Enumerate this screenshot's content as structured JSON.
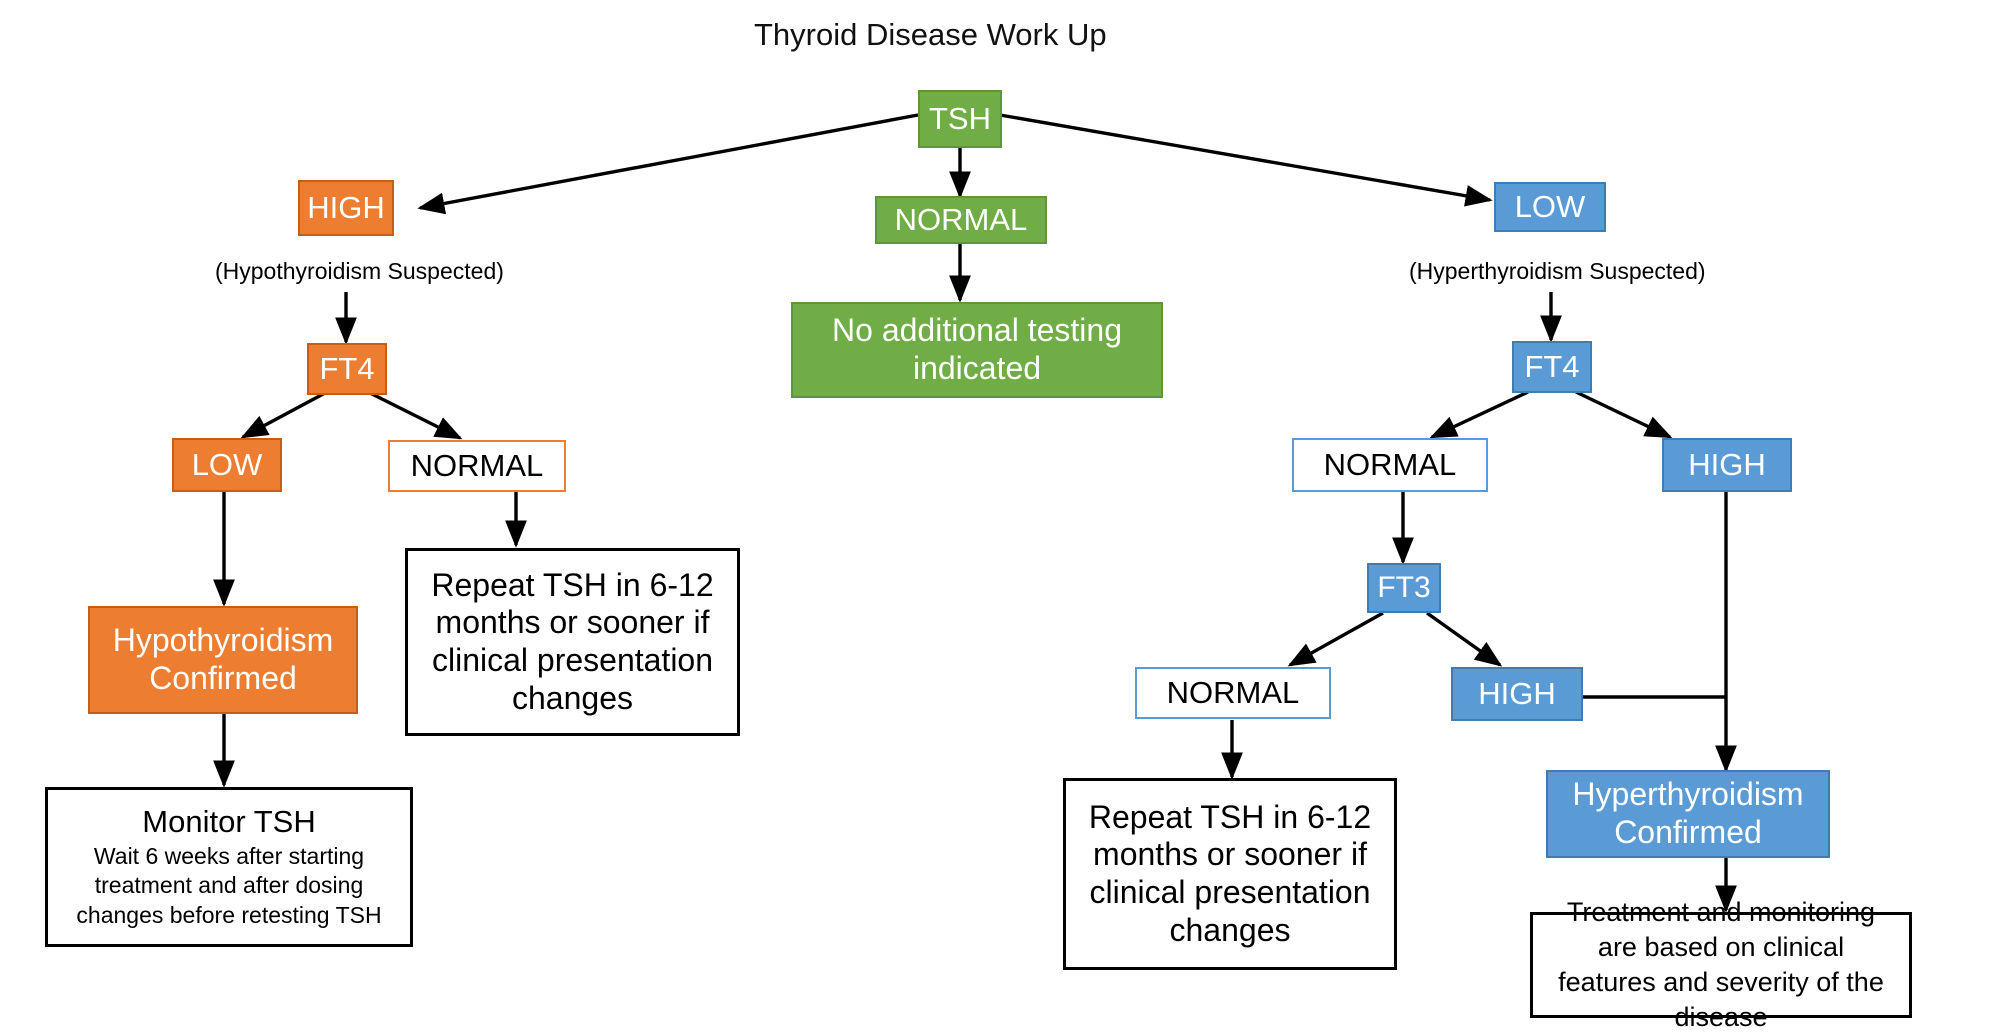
{
  "diagram": {
    "title": "Thyroid Disease Work Up",
    "type": "flowchart",
    "colors": {
      "green_fill": "#70AD47",
      "orange_fill": "#ED7D31",
      "blue_fill": "#5B9BD5",
      "outline_black": "#000000",
      "background": "#FFFFFF"
    },
    "notes": {
      "hypo_suspected": "(Hypothyroidism Suspected)",
      "hyper_suspected": "(Hyperthyroidism Suspected)"
    },
    "nodes": {
      "tsh": "TSH",
      "tsh_high": "HIGH",
      "tsh_normal": "NORMAL",
      "tsh_low": "LOW",
      "no_additional_testing": "No additional testing indicated",
      "left_ft4": "FT4",
      "left_ft4_low": "LOW",
      "left_ft4_normal": "NORMAL",
      "hypothyroidism_confirmed": "Hypothyroidism Confirmed",
      "repeat_tsh_left": "Repeat TSH in 6-12 months or sooner if clinical presentation changes",
      "monitor_tsh_heading": "Monitor TSH",
      "monitor_tsh_detail": "Wait 6 weeks after starting treatment and after dosing changes before retesting TSH",
      "right_ft4": "FT4",
      "right_ft4_normal": "NORMAL",
      "right_ft4_high": "HIGH",
      "right_ft3": "FT3",
      "right_ft3_normal": "NORMAL",
      "right_ft3_high": "HIGH",
      "repeat_tsh_right": "Repeat TSH in 6-12 months or sooner if clinical presentation changes",
      "hyperthyroidism_confirmed": "Hyperthyroidism Confirmed",
      "treatment_monitoring": "Treatment and monitoring are based on clinical features and severity of the disease"
    }
  }
}
